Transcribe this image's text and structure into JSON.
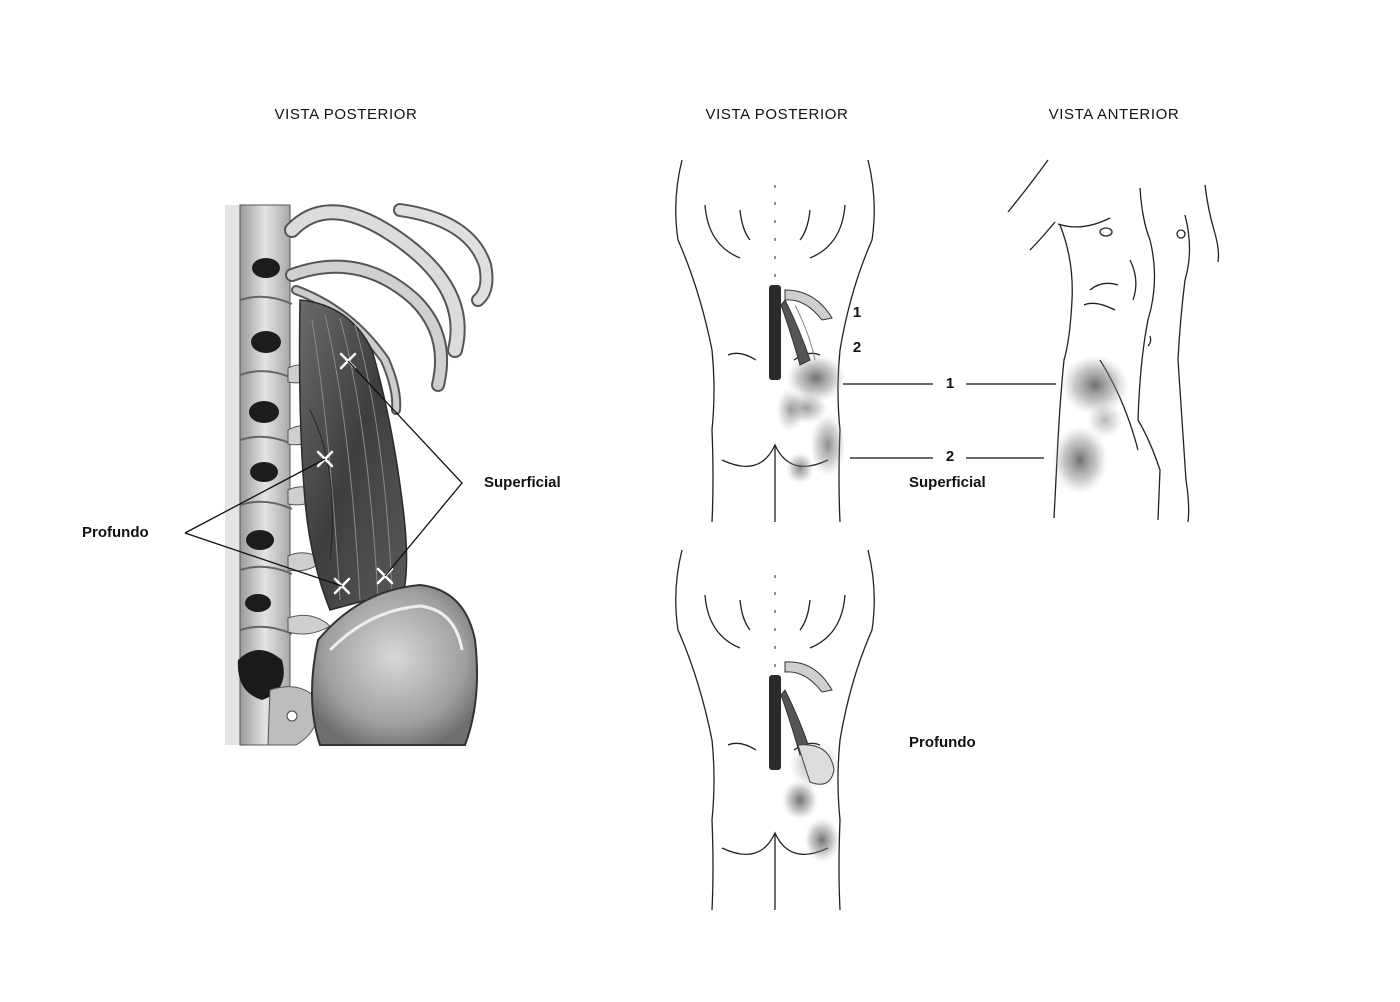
{
  "titles": {
    "left_view": "VISTA POSTERIOR",
    "middle_view": "VISTA POSTERIOR",
    "right_view": "VISTA ANTERIOR"
  },
  "labels": {
    "superficial_left": "Superficial",
    "profundo_left": "Profundo",
    "superficial_right": "Superficial",
    "profundo_right": "Profundo"
  },
  "numbers": {
    "spine_1": "1",
    "spine_2": "2",
    "line_1": "1",
    "line_2": "2"
  }
}
